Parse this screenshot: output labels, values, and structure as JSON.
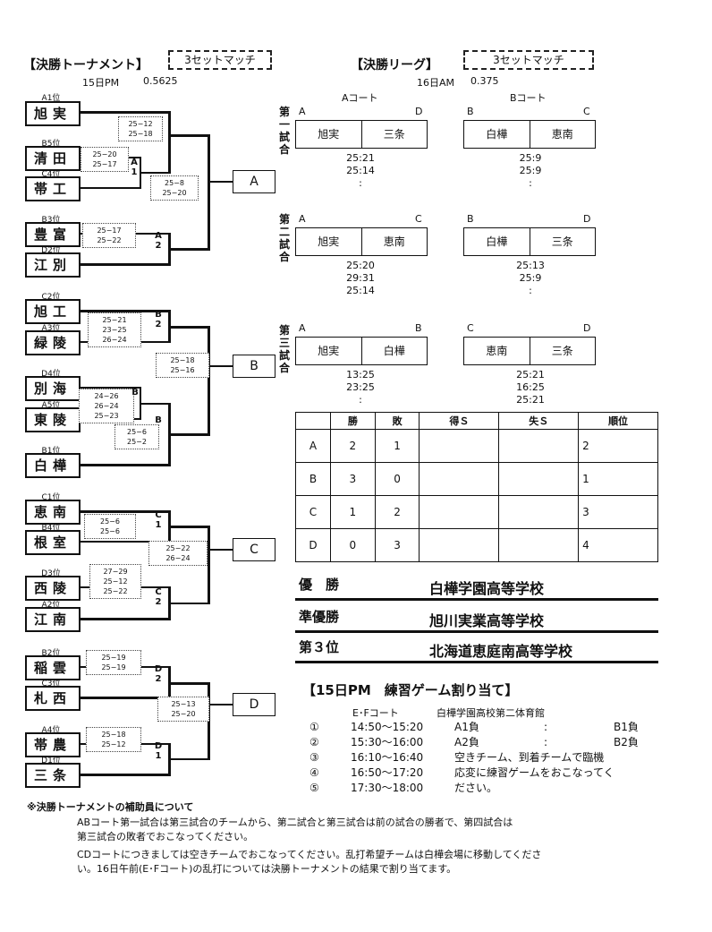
{
  "tournament": {
    "title": "【決勝トーナメント】",
    "format": "3セットマッチ",
    "time": "15日PM",
    "time_code": "0.5625",
    "teams": [
      {
        "seed": "A1位",
        "name": "旭実"
      },
      {
        "seed": "B5位",
        "name": "清田"
      },
      {
        "seed": "C4位",
        "name": "帯工"
      },
      {
        "seed": "B3位",
        "name": "豊富"
      },
      {
        "seed": "D2位",
        "name": "江別"
      },
      {
        "seed": "C2位",
        "name": "旭工"
      },
      {
        "seed": "A3位",
        "name": "緑陵"
      },
      {
        "seed": "D4位",
        "name": "別海"
      },
      {
        "seed": "A5位",
        "name": "東陵"
      },
      {
        "seed": "B1位",
        "name": "白樺"
      },
      {
        "seed": "C1位",
        "name": "恵南"
      },
      {
        "seed": "B4位",
        "name": "根室"
      },
      {
        "seed": "D3位",
        "name": "西陵"
      },
      {
        "seed": "A2位",
        "name": "江南"
      },
      {
        "seed": "B2位",
        "name": "稲雲"
      },
      {
        "seed": "C3位",
        "name": "札西"
      },
      {
        "seed": "A4位",
        "name": "帯農"
      },
      {
        "seed": "D1位",
        "name": "三条"
      }
    ],
    "scores": {
      "s1": [
        "25−12",
        "25−18"
      ],
      "s2": [
        "25−20",
        "25−17"
      ],
      "s3": [
        "25−8",
        "25−20"
      ],
      "s4": [
        "25−17",
        "25−22"
      ],
      "s5": [
        "25−21",
        "23−25",
        "26−24"
      ],
      "s6": [
        "25−18",
        "25−16"
      ],
      "s7": [
        "24−26",
        "26−24",
        "25−23"
      ],
      "s8": [
        "25−6",
        "25−2"
      ],
      "s9": [
        "25−6",
        "25−6"
      ],
      "s10": [
        "25−22",
        "26−24"
      ],
      "s11": [
        "27−29",
        "25−12",
        "25−22"
      ],
      "s12": [
        "25−19",
        "25−19"
      ],
      "s13": [
        "25−13",
        "25−20"
      ],
      "s14": [
        "25−18",
        "25−12"
      ]
    },
    "markers": {
      "m1": [
        "A",
        "1"
      ],
      "m2": [
        "A",
        "2"
      ],
      "m3": [
        "B",
        "2"
      ],
      "m4": [
        "B"
      ],
      "m5": [
        "B"
      ],
      "m6": [
        "C",
        "1"
      ],
      "m7": [
        "C",
        "2"
      ],
      "m8": [
        "D",
        "2"
      ],
      "m9": [
        "D",
        "1"
      ]
    },
    "results": [
      "A",
      "B",
      "C",
      "D"
    ]
  },
  "league": {
    "title": "【決勝リーグ】",
    "format": "3セットマッチ",
    "time": "16日AM",
    "time_code": "0.375",
    "court_a": "Aコート",
    "court_b": "Bコート",
    "rounds": [
      {
        "label": "第一試合",
        "a": {
          "l": "A",
          "r": "D",
          "t1": "旭実",
          "t2": "三条",
          "scores": [
            "25:21",
            "25:14",
            ":"
          ]
        },
        "b": {
          "l": "B",
          "r": "C",
          "t1": "白樺",
          "t2": "恵南",
          "scores": [
            "25:9",
            "25:9",
            ":"
          ]
        }
      },
      {
        "label": "第二試合",
        "a": {
          "l": "A",
          "r": "C",
          "t1": "旭実",
          "t2": "恵南",
          "scores": [
            "25:20",
            "29:31",
            "25:14"
          ]
        },
        "b": {
          "l": "B",
          "r": "D",
          "t1": "白樺",
          "t2": "三条",
          "scores": [
            "25:13",
            "25:9",
            ":"
          ]
        }
      },
      {
        "label": "第三試合",
        "a": {
          "l": "A",
          "r": "B",
          "t1": "旭実",
          "t2": "白樺",
          "scores": [
            "13:25",
            "23:25",
            ":"
          ]
        },
        "b": {
          "l": "C",
          "r": "D",
          "t1": "恵南",
          "t2": "三条",
          "scores": [
            "25:21",
            "16:25",
            "25:21"
          ]
        }
      }
    ],
    "standings": {
      "headers": [
        "",
        "勝",
        "敗",
        "得Ｓ",
        "失Ｓ",
        "順位"
      ],
      "rows": [
        {
          "team": "A",
          "win": "2",
          "loss": "1",
          "rank": "2"
        },
        {
          "team": "B",
          "win": "3",
          "loss": "0",
          "rank": "1"
        },
        {
          "team": "C",
          "win": "1",
          "loss": "2",
          "rank": "3"
        },
        {
          "team": "D",
          "win": "0",
          "loss": "3",
          "rank": "4"
        }
      ]
    }
  },
  "final": [
    {
      "rank": "優　勝",
      "school": "白樺学園高等学校"
    },
    {
      "rank": "準優勝",
      "school": "旭川実業高等学校"
    },
    {
      "rank": "第３位",
      "school": "北海道恵庭南高等学校"
    }
  ],
  "practice": {
    "title": "【15日PM　練習ゲーム割り当て】",
    "court": "E･Fコート",
    "venue": "白樺学園高校第二体育館",
    "rows": [
      {
        "no": "①",
        "time": "14:50〜15:20",
        "a": "A1負",
        "sep": ":",
        "b": "B1負"
      },
      {
        "no": "②",
        "time": "15:30〜16:00",
        "a": "A2負",
        "sep": ":",
        "b": "B2負"
      },
      {
        "no": "③",
        "time": "16:10〜16:40",
        "a": "空きチーム、到着チームで臨機",
        "sep": "",
        "b": ""
      },
      {
        "no": "④",
        "time": "16:50〜17:20",
        "a": "応変に練習ゲームをおこなってく",
        "sep": "",
        "b": ""
      },
      {
        "no": "⑤",
        "time": "17:30〜18:00",
        "a": "ださい。",
        "sep": "",
        "b": ""
      }
    ]
  },
  "notes": {
    "title": "※決勝トーナメントの補助員について",
    "line1": "ABコート第一試合は第三試合のチームから、第二試合と第三試合は前の試合の勝者で、第四試合は",
    "line2": "第三試合の敗者でおこなってください。",
    "line3": "CDコートにつきましては空きチームでおこなってください。乱打希望チームは白樺会場に移動してくださ",
    "line4": "い。16日午前(E･Fコート)の乱打については決勝トーナメントの結果で割り当てます。"
  }
}
